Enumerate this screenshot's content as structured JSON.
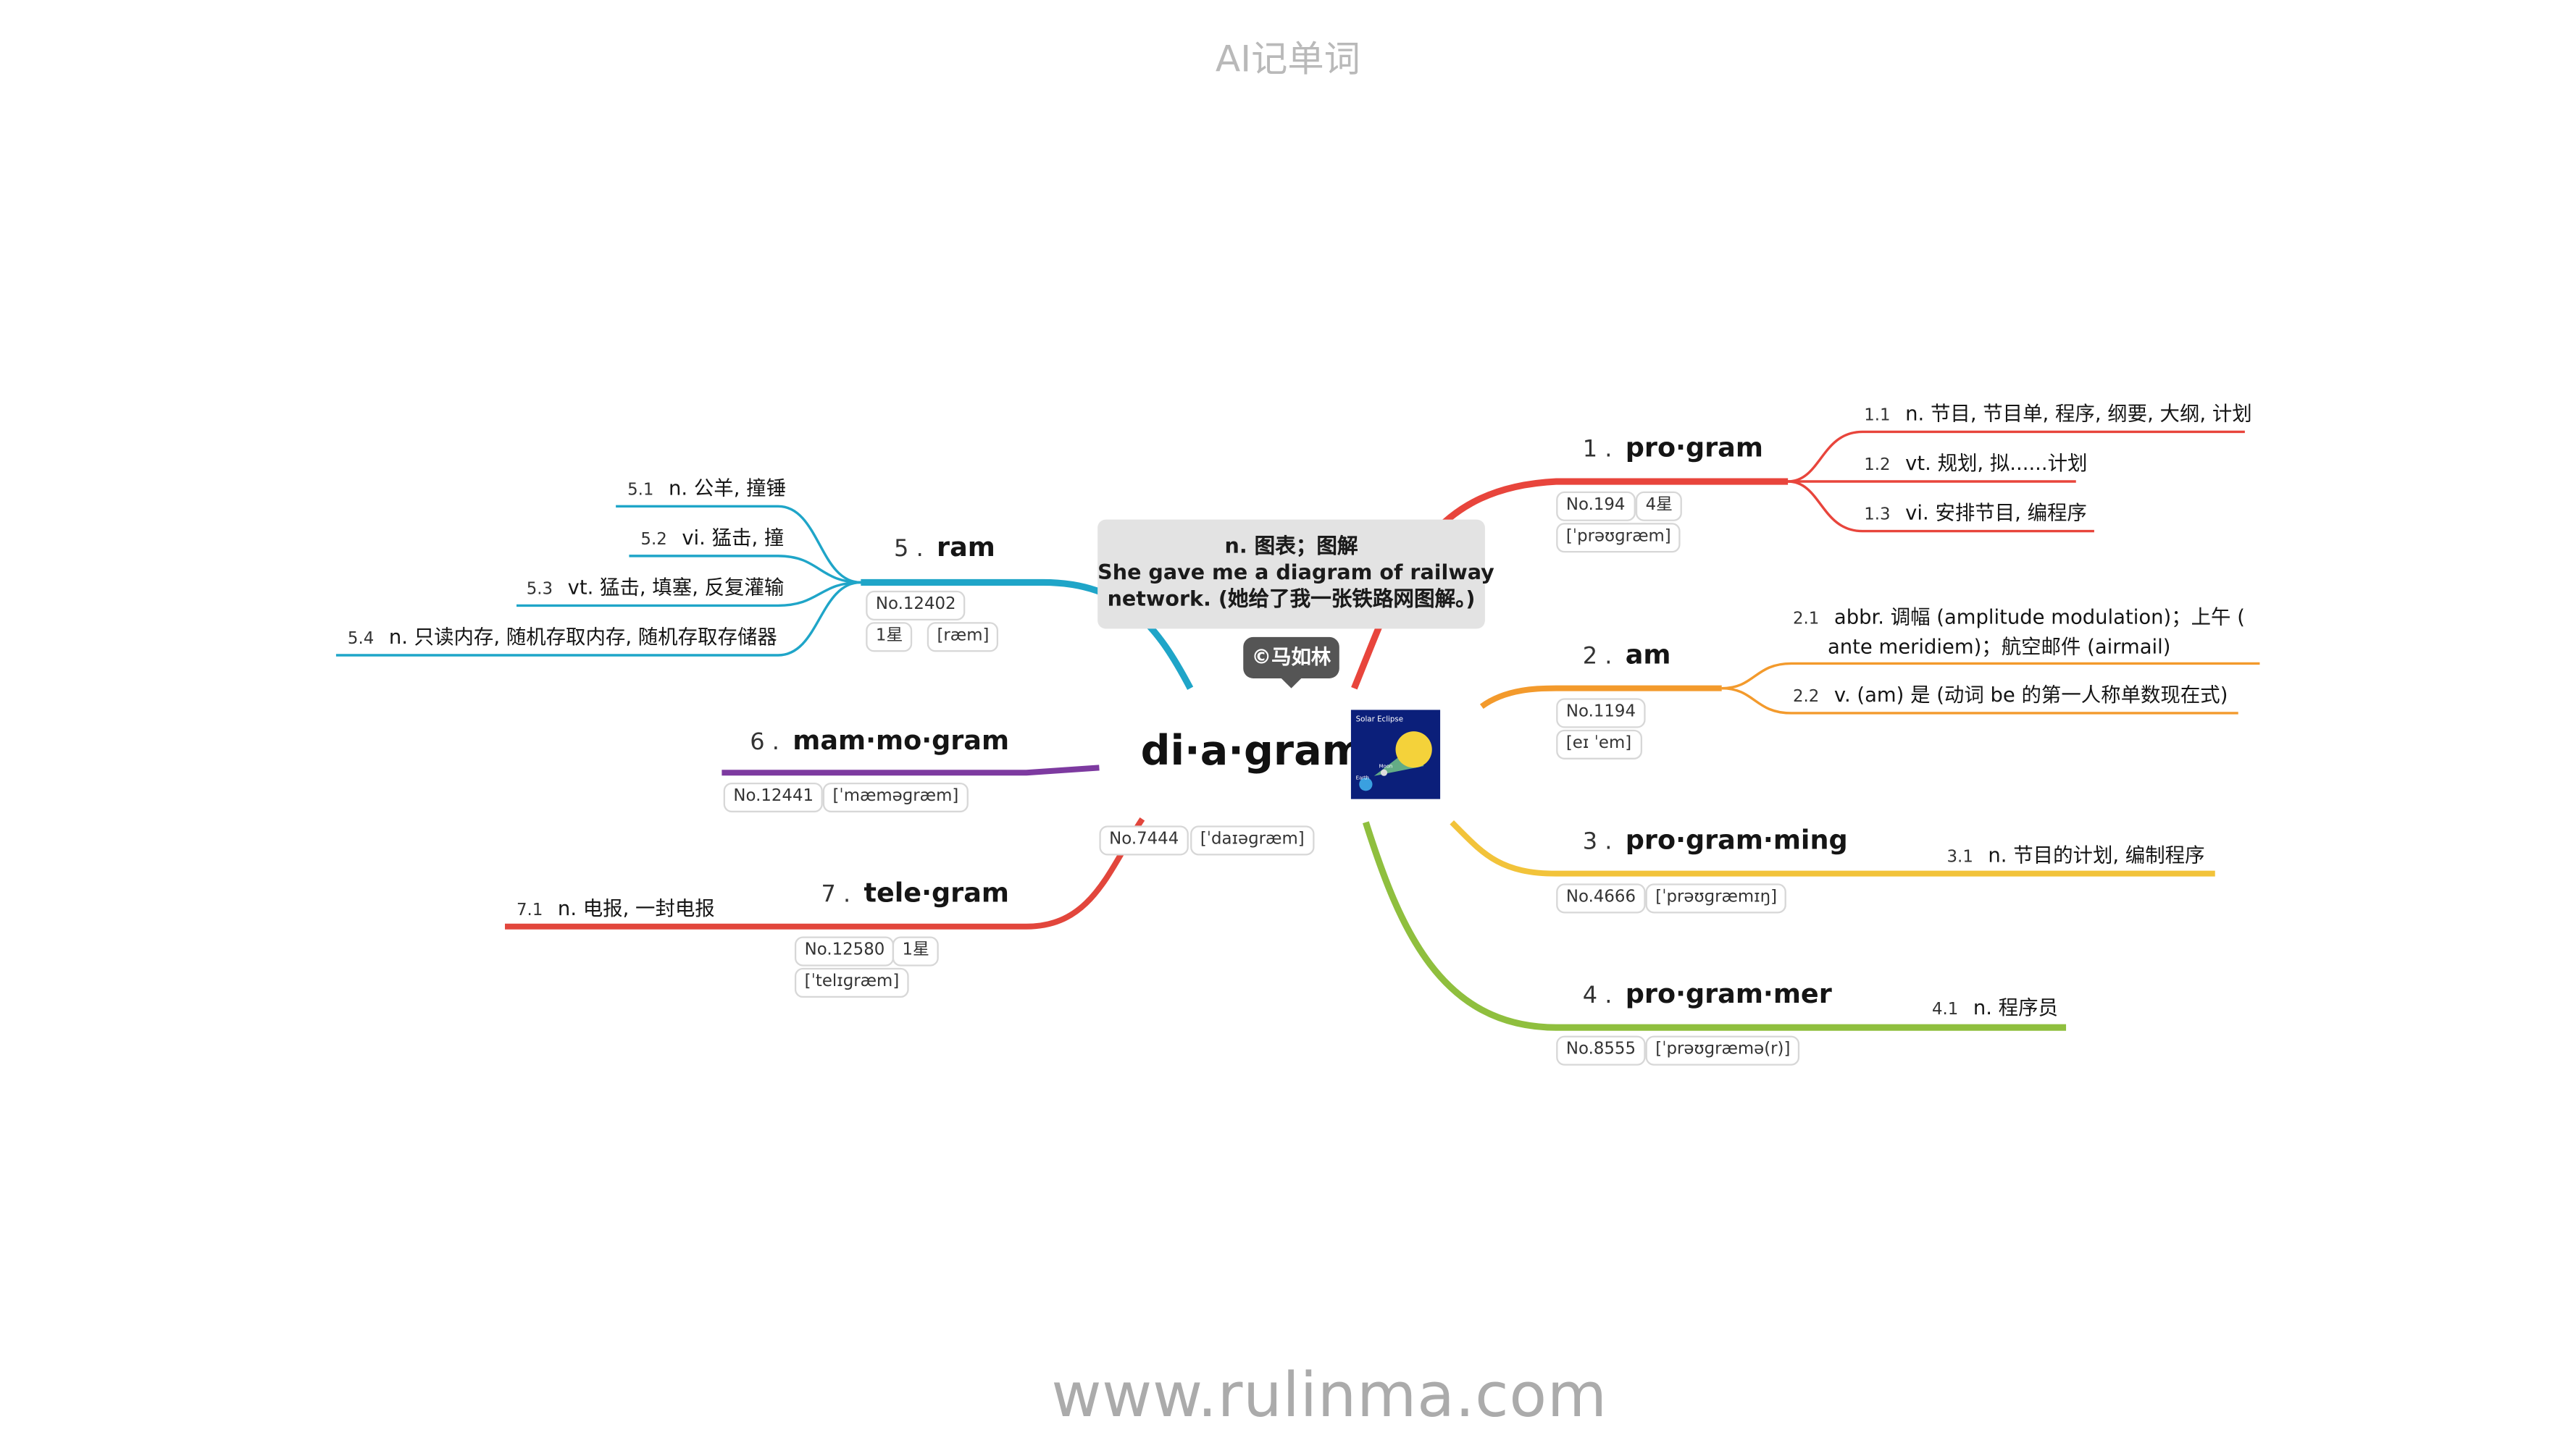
{
  "header": {
    "title": "AI记单词"
  },
  "footer": {
    "url": "www.rulinma.com"
  },
  "root": {
    "word": "di·a·gram",
    "no": "No.7444",
    "ipa": "[ˈdaɪəɡræm]",
    "tooltip": {
      "line1": "n. 图表；图解",
      "line2": "She gave me a diagram of railway",
      "line3": "network. (她给了我一张铁路网图解。)"
    },
    "badge": "©马如林",
    "image_caption": "Solar Eclipse",
    "image_labels": {
      "earth": "Earth",
      "moon": "Moon"
    }
  },
  "colors": {
    "program": "#e8453c",
    "am": "#f39a2c",
    "programming": "#f2c33a",
    "programmer": "#8fbf3e",
    "ram": "#1fa5c8",
    "mammogram": "#7d3aa0",
    "telegram": "#e2463c"
  },
  "branches": [
    {
      "num": "1 .",
      "word": "pro·gram",
      "no": "No.194",
      "stars": "4星",
      "ipa": "[ˈprəʊɡræm]",
      "senses": [
        {
          "num": "1.1",
          "text": "n. 节目, 节目单, 程序, 纲要, 大纲, 计划"
        },
        {
          "num": "1.2",
          "text": "vt. 规划, 拟......计划"
        },
        {
          "num": "1.3",
          "text": "vi. 安排节目, 编程序"
        }
      ]
    },
    {
      "num": "2 .",
      "word": "am",
      "no": "No.1194",
      "ipa": "[eɪ ˈem]",
      "senses": [
        {
          "num": "2.1",
          "text": "abbr. 调幅 (amplitude modulation)；上午 (",
          "text2": "ante meridiem)；航空邮件 (airmail)"
        },
        {
          "num": "2.2",
          "text": "v. (am) 是 (动词 be 的第一人称单数现在式)"
        }
      ]
    },
    {
      "num": "3 .",
      "word": "pro·gram·ming",
      "no": "No.4666",
      "ipa": "[ˈprəʊɡræmɪŋ]",
      "senses": [
        {
          "num": "3.1",
          "text": "n. 节目的计划, 编制程序"
        }
      ]
    },
    {
      "num": "4 .",
      "word": "pro·gram·mer",
      "no": "No.8555",
      "ipa": "[ˈprəʊɡræmə(r)]",
      "senses": [
        {
          "num": "4.1",
          "text": "n. 程序员"
        }
      ]
    },
    {
      "num": "5 .",
      "word": "ram",
      "no": "No.12402",
      "stars": "1星",
      "ipa": "[ræm]",
      "senses": [
        {
          "num": "5.1",
          "text": "n. 公羊, 撞锤"
        },
        {
          "num": "5.2",
          "text": "vi. 猛击, 撞"
        },
        {
          "num": "5.3",
          "text": "vt. 猛击, 填塞, 反复灌输"
        },
        {
          "num": "5.4",
          "text": "n. 只读内存, 随机存取内存, 随机存取存储器"
        }
      ]
    },
    {
      "num": "6 .",
      "word": "mam·mo·gram",
      "no": "No.12441",
      "ipa": "[ˈmæməɡræm]",
      "senses": []
    },
    {
      "num": "7 .",
      "word": "tele·gram",
      "no": "No.12580",
      "stars": "1星",
      "ipa": "[ˈtelɪɡræm]",
      "senses": [
        {
          "num": "7.1",
          "text": "n. 电报, 一封电报"
        }
      ]
    }
  ]
}
